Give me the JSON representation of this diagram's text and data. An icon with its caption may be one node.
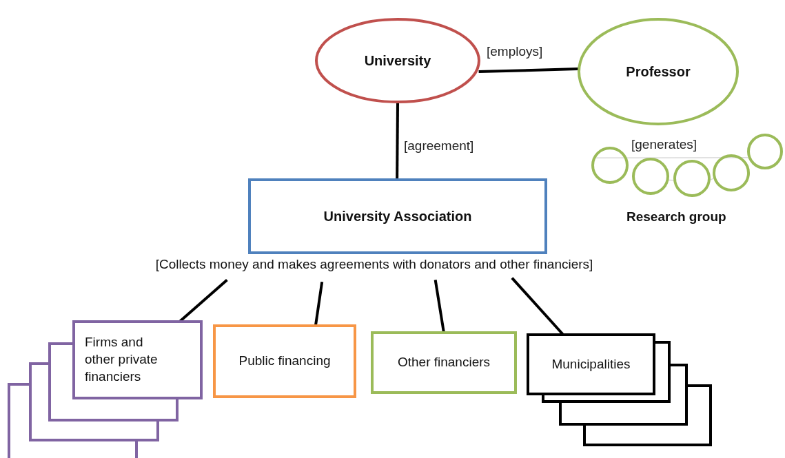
{
  "diagram": {
    "nodes": [
      {
        "text": [
          "University"
        ]
      },
      {
        "text": [
          "Professor"
        ]
      },
      {
        "text": [],
        "shape": "circle"
      },
      {
        "text": [],
        "shape": "circle"
      },
      {
        "text": [],
        "shape": "circle"
      },
      {
        "text": [],
        "shape": "circle"
      },
      {
        "text": [],
        "shape": "circle"
      },
      {
        "text": [
          "University Association"
        ]
      },
      {
        "text": [
          "[Collects money and makes agreements with donators and other financiers]"
        ]
      },
      {
        "text": [
          "Firms and other private financiers"
        ]
      },
      {
        "text": [
          "Public financing"
        ]
      },
      {
        "text": [
          "Other financiers"
        ]
      },
      {
        "text": [
          "Municipalities"
        ]
      }
    ],
    "edges": [
      {
        "from": 0,
        "to": 1,
        "arrow": "none",
        "label": "[employs]"
      },
      {
        "from": 0,
        "to": 7,
        "arrow": "none",
        "label": "[agreement]"
      },
      {
        "from": 8,
        "to": 9,
        "arrow": "none"
      },
      {
        "from": 8,
        "to": 10,
        "arrow": "none"
      },
      {
        "from": 8,
        "to": 11,
        "arrow": "none"
      },
      {
        "from": 8,
        "to": 12,
        "arrow": "none"
      },
      {
        "from": 2,
        "to": 6,
        "arrow": "none",
        "label": "[generates]",
        "color": "#d9d9d9"
      },
      {
        "from": 3,
        "to": 4,
        "arrow": "none",
        "color": "#d9d9d9"
      },
      {
        "from": 4,
        "to": 5,
        "arrow": "none",
        "color": "#d9d9d9"
      }
    ],
    "labels": [
      "Research group"
    ]
  }
}
